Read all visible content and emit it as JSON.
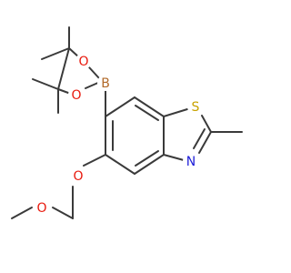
{
  "molecule": {
    "atom_labels": {
      "oxygen": "O",
      "boron": "B",
      "sulfur": "S",
      "nitrogen": "N"
    },
    "colors": {
      "bond": "#3a3a3a",
      "oxygen": "#e8190d",
      "boron": "#b26a2a",
      "sulfur": "#c8a200",
      "nitrogen": "#1d1dd8"
    }
  }
}
